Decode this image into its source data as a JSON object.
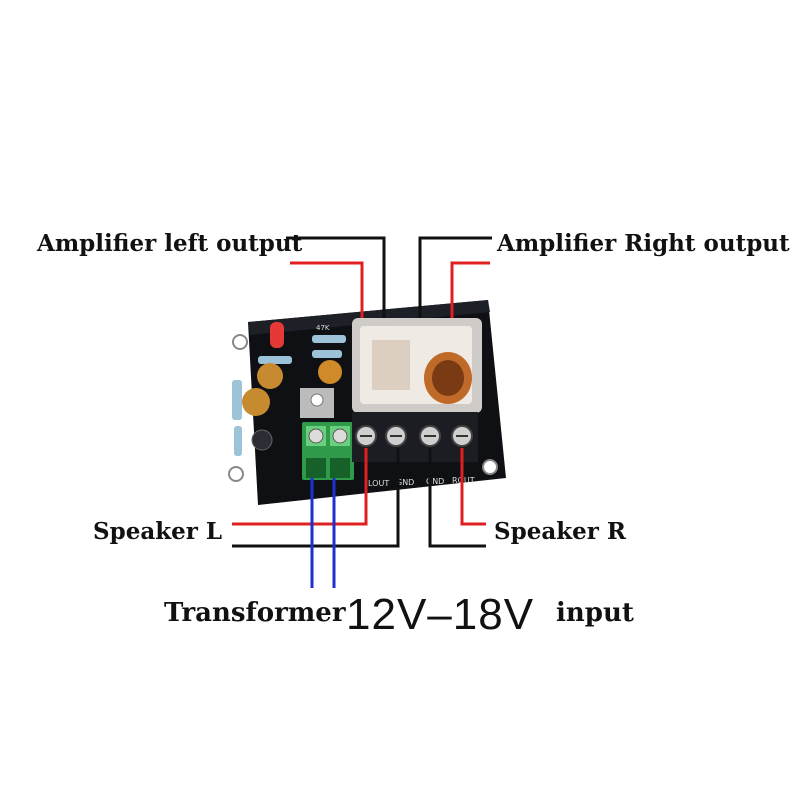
{
  "labels": {
    "amp_left": "Amplifier left output",
    "amp_right": "Amplifier Right output",
    "speaker_l": "Speaker L",
    "speaker_r": "Speaker R",
    "transformer": "Transformer",
    "voltage": "12V–18V",
    "input": "input"
  },
  "board_marks": {
    "terminal_1": "LOUT",
    "terminal_2": "GND",
    "terminal_3": "GND",
    "terminal_4": "ROUT",
    "resistor_code": "47K"
  },
  "colors": {
    "wire_black": "#111111",
    "wire_red": "#e02020",
    "wire_blue": "#1f2fd0",
    "pcb": "#101216",
    "terminal_green": "#2f9b4a"
  }
}
